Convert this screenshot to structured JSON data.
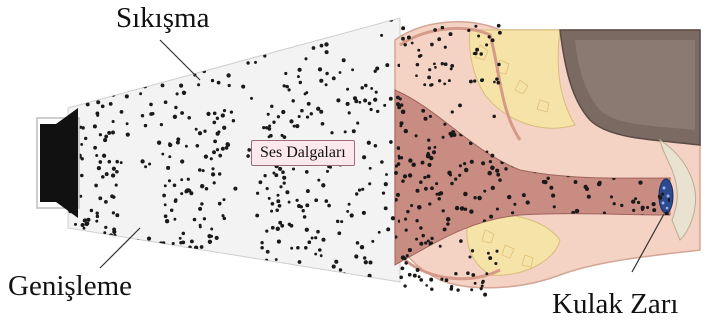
{
  "labels": {
    "compression": "Sıkışma",
    "sound_waves": "Ses Dalgaları",
    "rarefaction": "Genişleme",
    "eardrum": "Kulak Zarı"
  },
  "parts": {
    "speaker": "speaker-icon",
    "sound_cone": "sound-wave-cone",
    "ear": "ear-cross-section",
    "ear_canal": "ear-canal",
    "eardrum": "eardrum"
  },
  "colors": {
    "particle": "#1a1a1a",
    "skin": "#f2c9b8",
    "skin_dark": "#d99a8a",
    "bone": "#f6e3a8",
    "canal": "#b46c63",
    "eardrum": "#2c4a8f"
  }
}
